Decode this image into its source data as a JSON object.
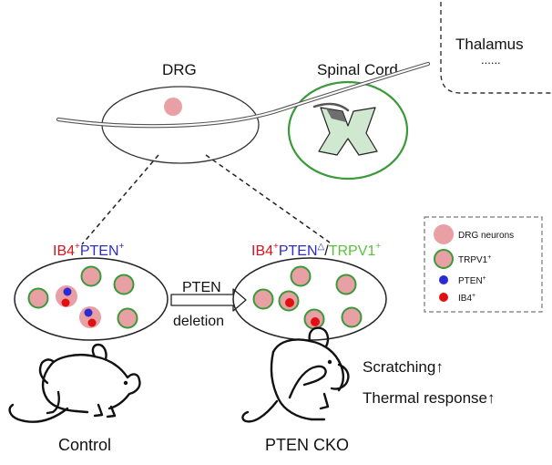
{
  "labels": {
    "thalamus": "Thalamus",
    "thalamus_dots": "......",
    "drg": "DRG",
    "spinal_cord": "Spinal Cord",
    "ctrl_ib4": "IB4",
    "ctrl_ib4_sup": "+",
    "ctrl_pten": "PTEN",
    "ctrl_pten_sup": "+",
    "cko_ib4": "IB4",
    "cko_ib4_sup": "+",
    "cko_pten": "PTEN",
    "cko_pten_sup": "△",
    "cko_slash": "/",
    "cko_trpv1": "TRPV1",
    "cko_trpv1_sup": "+",
    "arrow_top": "PTEN",
    "arrow_bottom": "deletion",
    "control": "Control",
    "pten_cko": "PTEN CKO",
    "scratching": "Scratching",
    "scratching_arrow": "↑",
    "thermal": "Thermal response",
    "thermal_arrow": "↑"
  },
  "legend": {
    "drg_neurons": "DRG neurons",
    "trpv1": "TRPV1",
    "trpv1_sup": "+",
    "pten": "PTEN",
    "pten_sup": "+",
    "ib4": "IB4",
    "ib4_sup": "+"
  },
  "colors": {
    "neuron_fill": "#e8a0a4",
    "trpv1_ring": "#3a9a3a",
    "pten_dot": "#2b2bd6",
    "ib4_dot": "#e01010",
    "ib4_text": "#d4141e",
    "pten_text": "#2d2dc8",
    "trpv1_text": "#5ac23c",
    "spinal_fill": "#cfe8cf",
    "dorsal_horn": "#6e6e6e"
  }
}
